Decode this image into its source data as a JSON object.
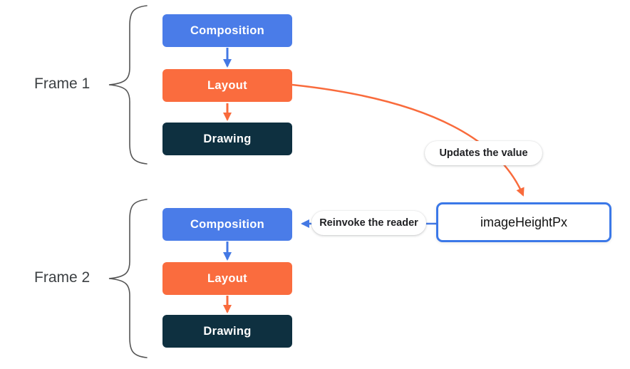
{
  "diagram": {
    "title_implied": "UI frame phases",
    "background": "#ffffff",
    "colors": {
      "composition_fill": "#4A7CE8",
      "layout_fill": "#FA6C3E",
      "drawing_fill": "#0E3040",
      "value_box_border": "#3B78E8",
      "arrow_blue": "#4479E4",
      "arrow_orange": "#F96B3C",
      "brace_stroke": "#555555",
      "frame_label_color": "#3C4043",
      "stage_text_color": "#ffffff",
      "callout_text_color": "#202124"
    },
    "frames": [
      {
        "label": "Frame 1",
        "stages": [
          {
            "label": "Composition"
          },
          {
            "label": "Layout"
          },
          {
            "label": "Drawing"
          }
        ]
      },
      {
        "label": "Frame 2",
        "stages": [
          {
            "label": "Composition"
          },
          {
            "label": "Layout"
          },
          {
            "label": "Drawing"
          }
        ]
      }
    ],
    "value_box": {
      "label": "imageHeightPx"
    },
    "callouts": {
      "updates": {
        "label": "Updates the value"
      },
      "reinvoke": {
        "label": "Reinvoke the reader"
      }
    }
  }
}
